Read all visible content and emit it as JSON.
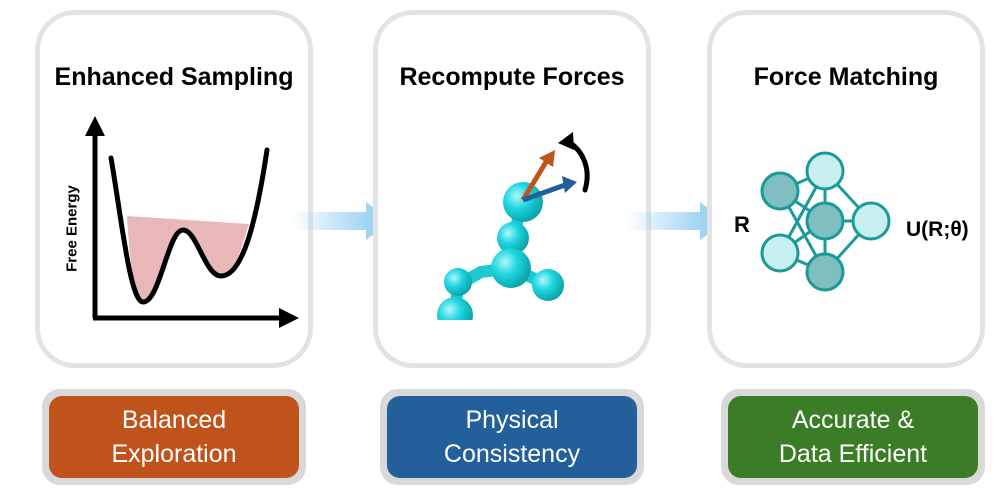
{
  "panels": [
    {
      "title": "Enhanced Sampling",
      "ylabel": "Free Energy"
    },
    {
      "title": "Recompute Forces"
    },
    {
      "title": "Force Matching",
      "input_label": "R",
      "output_label": "U(R;θ)"
    }
  ],
  "labels": [
    {
      "line1": "Balanced",
      "line2": "Exploration",
      "color": "#c0531c"
    },
    {
      "line1": "Physical",
      "line2": "Consistency",
      "color": "#235f9a"
    },
    {
      "line1": "Accurate &",
      "line2": "Data Efficient",
      "color": "#3b7d26"
    }
  ],
  "colors": {
    "panel_border": "#e3e3e3",
    "label_border": "#d9d9d9",
    "flow_arrow": "#9fd4f3",
    "well_fill": "#e8b8b8",
    "atom": "#1fd6df",
    "force_arrow_1": "#c0531c",
    "force_arrow_2": "#235f9a",
    "nn_node_light": "#c8efef",
    "nn_node_dark": "#7fbfbf",
    "nn_edge": "#1a9a99"
  }
}
